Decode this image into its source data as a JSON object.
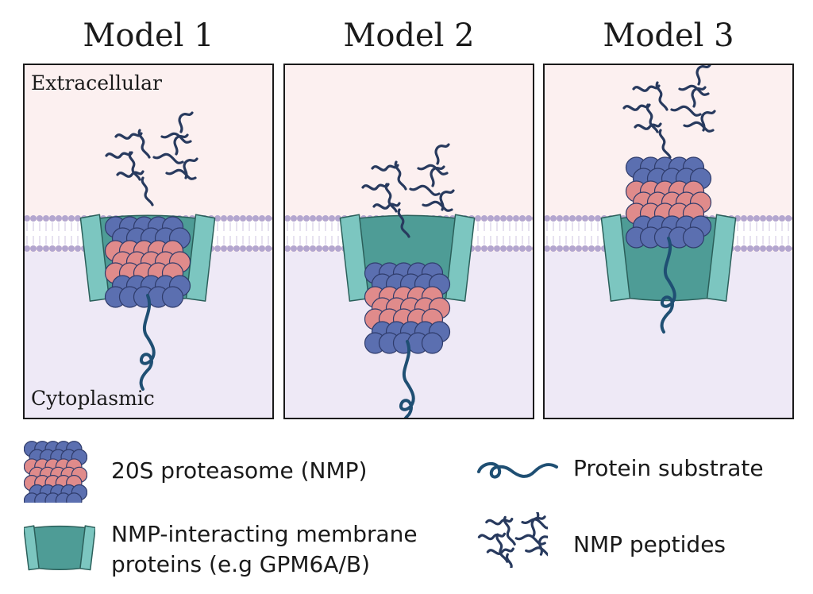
{
  "models": [
    {
      "title": "Model 1",
      "top_label": "Extracellular",
      "bottom_label": "Cytoplasmic"
    },
    {
      "title": "Model 2"
    },
    {
      "title": "Model 3"
    }
  ],
  "legend": {
    "proteasome": "20S proteasome (NMP)",
    "membrane_protein_line1": "NMP-interacting membrane",
    "membrane_protein_line2": "proteins (e.g GPM6A/B)",
    "substrate": "Protein substrate",
    "peptides": "NMP peptides"
  },
  "colors": {
    "extracellular": "#fcf0f0",
    "cytoplasmic": "#eee9f6",
    "proteasome_alpha": "#5b6fb0",
    "proteasome_beta": "#e08b8b",
    "membrane_protein": "#4e9c96",
    "membrane_protein_light": "#7cc6c0",
    "lipid": "#b3a6cf",
    "substrate": "#1f4f73",
    "peptide": "#283a5e"
  }
}
